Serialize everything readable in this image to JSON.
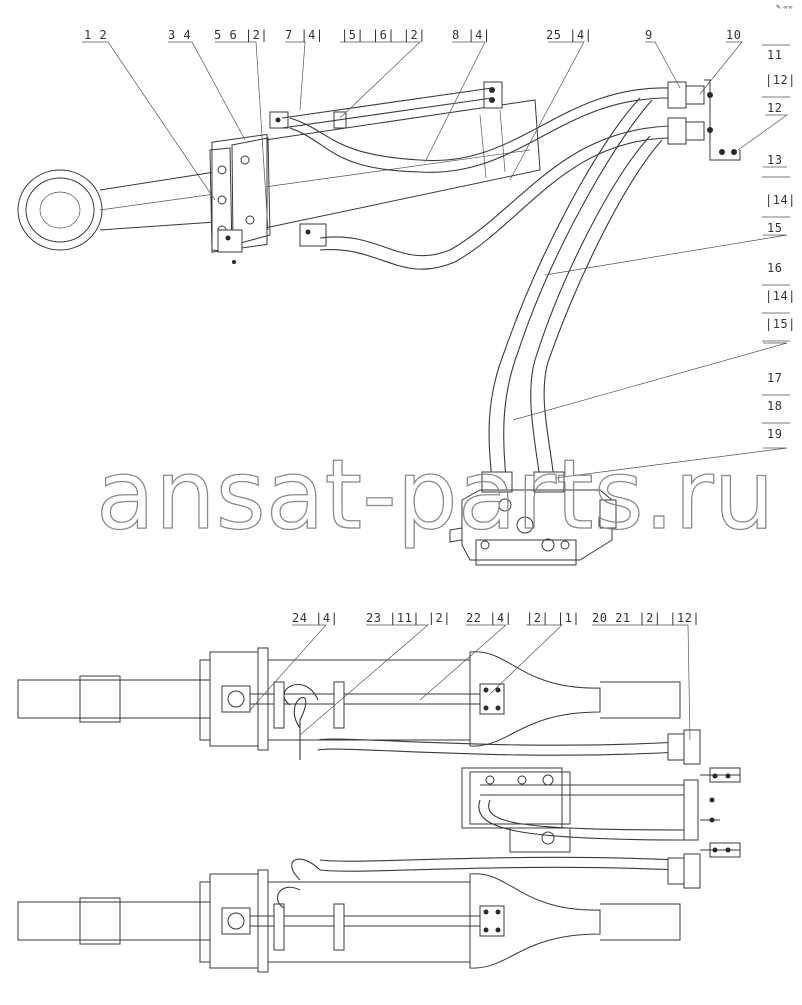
{
  "watermark": "ansat-parts.ru",
  "corner_mark": "✎ ∞∞",
  "callouts_upper": {
    "c1": "1 2",
    "c2": "3 4",
    "c3": "5 6 |2|",
    "c4": "7 |4|",
    "c5": "|5| |6| |2|",
    "c6": "8 |4|",
    "c7": "25 |4|",
    "c8": "9",
    "c9": "10",
    "c10": "11",
    "c11": "|12|",
    "c12": "12",
    "c13": "13",
    "c14": "|14|",
    "c15": "15",
    "c16": "16",
    "c17": "|14|",
    "c18": "|15|",
    "c19": "17",
    "c20": "18",
    "c21": "19"
  },
  "callouts_lower": {
    "c1": "24 |4|",
    "c2": "23 |11| |2|",
    "c3": "22 |4|",
    "c4": "|2| |1|",
    "c5": "20 21 |2| |12|"
  },
  "icons": {
    "hydraulic-cylinder": "cylinder",
    "hose-line": "hose",
    "bolt-head": "bolt"
  }
}
